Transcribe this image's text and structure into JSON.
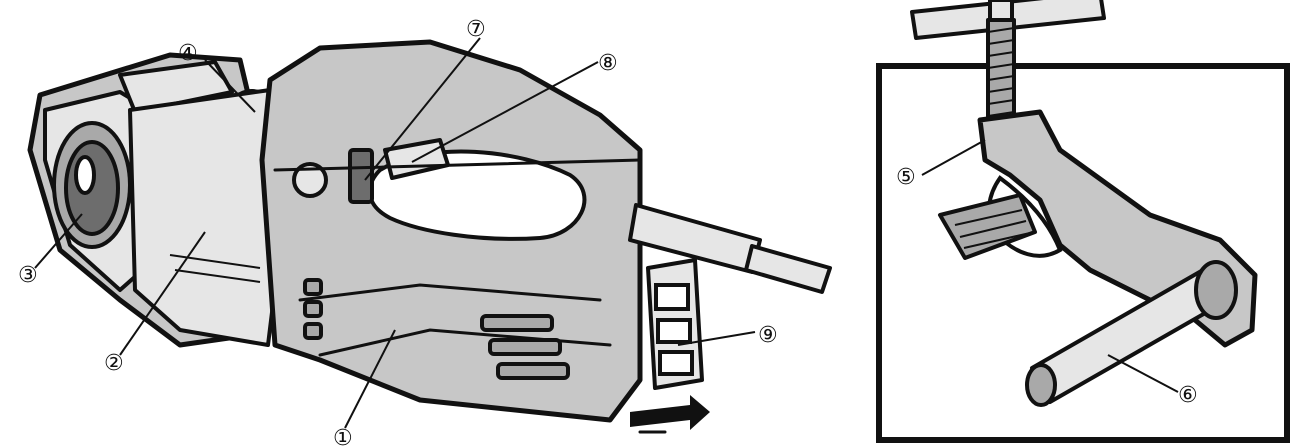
{
  "left_figure": {
    "callouts": [
      {
        "id": "c1",
        "label": "①"
      },
      {
        "id": "c2",
        "label": "②"
      },
      {
        "id": "c3",
        "label": "③"
      },
      {
        "id": "c4",
        "label": "④"
      },
      {
        "id": "c7",
        "label": "⑦"
      },
      {
        "id": "c8",
        "label": "⑧"
      },
      {
        "id": "c9",
        "label": "⑨"
      }
    ]
  },
  "right_figure": {
    "callouts": [
      {
        "id": "c5",
        "label": "⑤"
      },
      {
        "id": "c6",
        "label": "⑥"
      }
    ]
  }
}
